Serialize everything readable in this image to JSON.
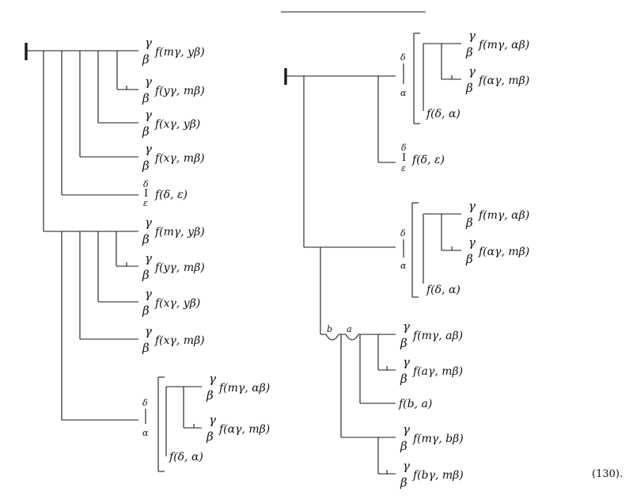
{
  "equation_number": "(130).",
  "left_diagram": {
    "lines": [
      {
        "label": "γ/β f(mγ, yβ)",
        "kind": "frac",
        "g": "γ",
        "b": "β",
        "f": "f(mγ, yβ)"
      },
      {
        "label": "γ/β f(yγ, mβ)",
        "kind": "frac",
        "g": "γ",
        "b": "β",
        "f": "f(yγ, mβ)"
      },
      {
        "label": "γ/β f(xγ, yβ)",
        "kind": "frac",
        "g": "γ",
        "b": "β",
        "f": "f(xγ, yβ)"
      },
      {
        "label": "γ/β f(xγ, mβ)",
        "kind": "frac",
        "g": "γ",
        "b": "β",
        "f": "f(xγ, mβ)"
      },
      {
        "label": "δ I ε f(δ, ε)",
        "kind": "vert",
        "top": "δ",
        "mid": "I",
        "bot": "ε",
        "f": "f(δ, ε)"
      },
      {
        "label": "γ/β f(mγ, yβ)",
        "kind": "frac",
        "g": "γ",
        "b": "β",
        "f": "f(mγ, yβ)"
      },
      {
        "label": "γ/β f(yγ, mβ)",
        "kind": "frac",
        "g": "γ",
        "b": "β",
        "f": "f(yγ, mβ)"
      },
      {
        "label": "γ/β f(xγ, yβ)",
        "kind": "frac",
        "g": "γ",
        "b": "β",
        "f": "f(xγ, yβ)"
      },
      {
        "label": "γ/β f(xγ, mβ)",
        "kind": "frac",
        "g": "γ",
        "b": "β",
        "f": "f(xγ, mβ)"
      }
    ],
    "bracket": {
      "top": "δ",
      "bot": "α",
      "items": [
        {
          "g": "γ",
          "b": "β",
          "f": "f(mγ, αβ)"
        },
        {
          "g": "γ",
          "b": "β",
          "f": "f(αγ, mβ)"
        },
        {
          "f": "f(δ, α)"
        }
      ]
    }
  },
  "right_diagram": {
    "bracket1": {
      "top": "δ",
      "bot": "α",
      "items": [
        {
          "g": "γ",
          "b": "β",
          "f": "f(mγ, αβ)"
        },
        {
          "g": "γ",
          "b": "β",
          "f": "f(αγ, mβ)"
        },
        {
          "f": "f(δ, α)"
        }
      ]
    },
    "middle": {
      "top": "δ",
      "mid": "I",
      "bot": "ε",
      "f": "f(δ, ε)"
    },
    "bracket2": {
      "top": "δ",
      "bot": "α",
      "items": [
        {
          "g": "γ",
          "b": "β",
          "f": "f(mγ, αβ)"
        },
        {
          "g": "γ",
          "b": "β",
          "f": "f(αγ, mβ)"
        },
        {
          "f": "f(δ, α)"
        }
      ]
    },
    "concavity_labels": {
      "first": "b",
      "second": "a"
    },
    "lower": [
      {
        "g": "γ",
        "b": "β",
        "f": "f(mγ, aβ)"
      },
      {
        "g": "γ",
        "b": "β",
        "f": "f(aγ, mβ)"
      },
      {
        "f": "f(b, a)"
      },
      {
        "g": "γ",
        "b": "β",
        "f": "f(mγ, bβ)"
      },
      {
        "g": "γ",
        "b": "β",
        "f": "f(bγ, mβ)"
      }
    ]
  }
}
